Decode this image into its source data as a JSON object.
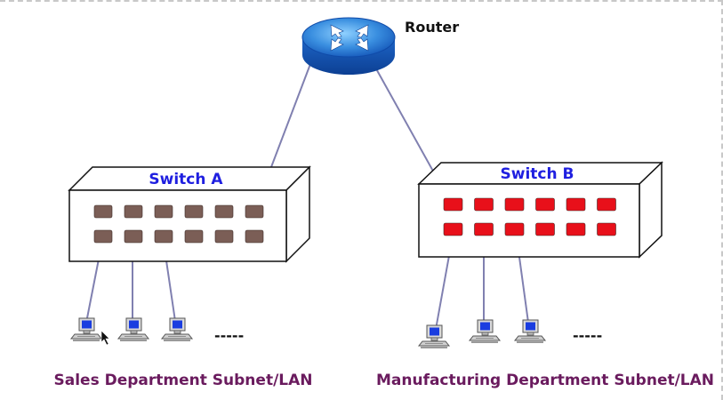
{
  "router": {
    "label": "Router",
    "icon": "router-icon"
  },
  "switches": [
    {
      "label": "Switch A",
      "port_color": "#7b5e56"
    },
    {
      "label": "Switch B",
      "port_color": "#e8101a"
    }
  ],
  "subnets": [
    {
      "label": "Sales Department Subnet/LAN",
      "more": "-----"
    },
    {
      "label": "Manufacturing Department Subnet/LAN",
      "more": "-----"
    }
  ],
  "colors": {
    "cable": "#8080b0",
    "switch_label": "#1f1fe0",
    "subnet_label": "#6a1b5e"
  }
}
